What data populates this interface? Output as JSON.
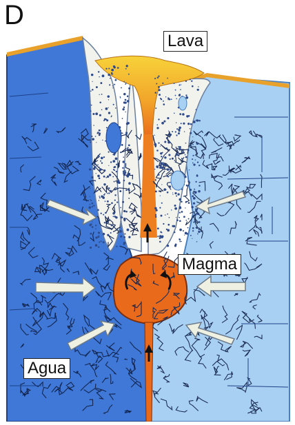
{
  "panel_label": "D",
  "labels": {
    "lava": "Lava",
    "magma": "Magma",
    "agua": "Agua"
  },
  "colors": {
    "rock_left": "#3f78d6",
    "rock_right": "#a8d0f2",
    "breccia": "#f3f3ee",
    "lava": "#f5c62c",
    "magma": "#ea6a1c",
    "water_arrow": "#eef0e2",
    "crust_cap": "#e8a12a"
  }
}
